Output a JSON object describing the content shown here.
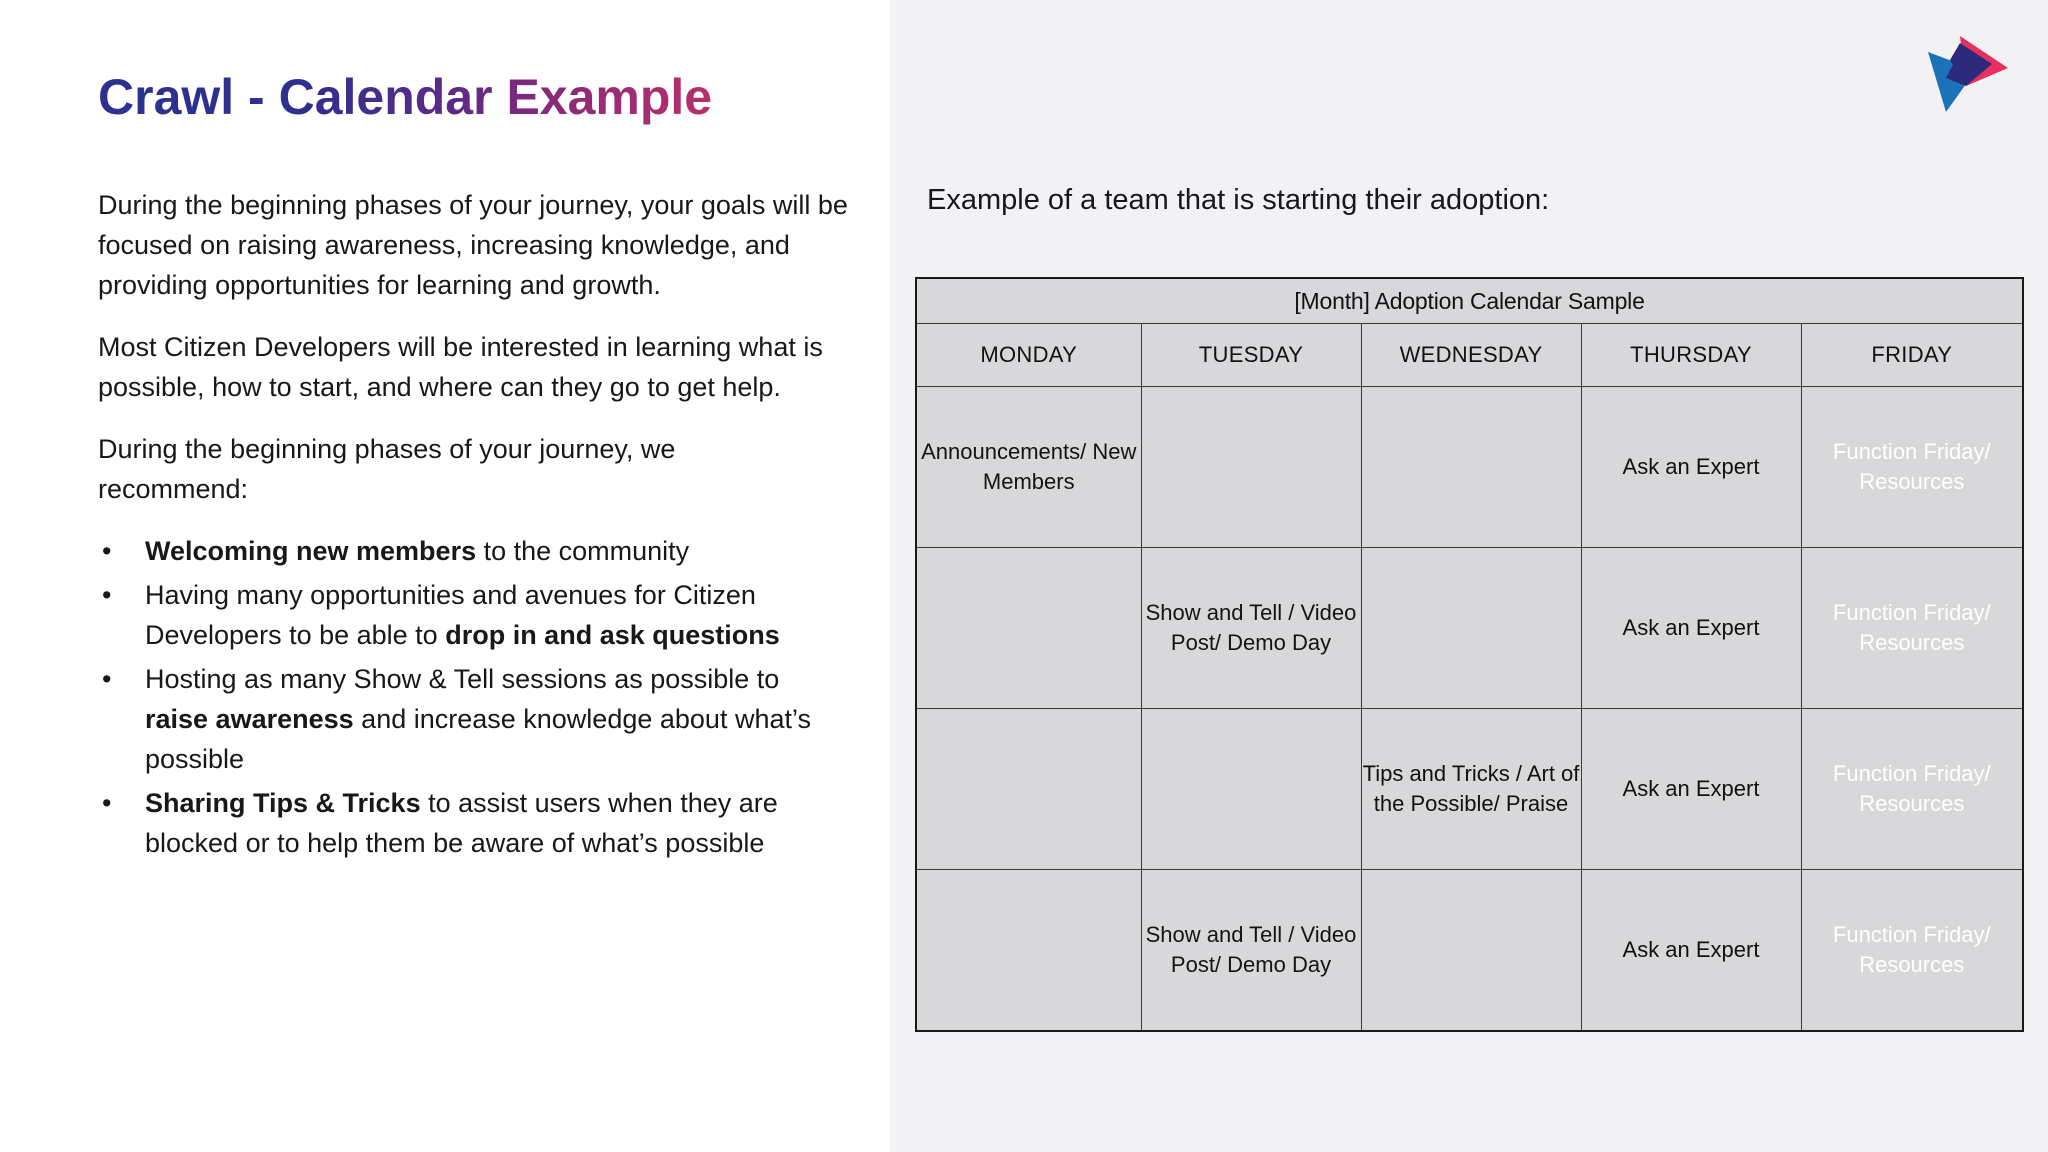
{
  "slide": {
    "title_full": "Crawl - Calendar Example",
    "title_part_blue": "Crawl - Calendar ",
    "title_part_magenta": "Example"
  },
  "left": {
    "paragraphs": [
      "During the beginning phases of your journey, your goals will be focused on raising awareness, increasing knowledge, and providing opportunities for learning and growth.",
      "Most Citizen Developers will be interested in learning what is possible, how to start, and where can they go to get help.",
      "During the beginning phases of your journey, we recommend:"
    ],
    "bullet_marker": "•",
    "bullets": [
      [
        {
          "text": "Welcoming new members",
          "bold": true
        },
        {
          "text": " to the community",
          "bold": false
        }
      ],
      [
        {
          "text": "Having many opportunities and avenues for Citizen Developers to be able to ",
          "bold": false
        },
        {
          "text": "drop in and ask questions",
          "bold": true
        }
      ],
      [
        {
          "text": "Hosting as many Show & Tell sessions as possible to ",
          "bold": false
        },
        {
          "text": "raise awareness",
          "bold": true
        },
        {
          "text": " and increase knowledge about what’s possible",
          "bold": false
        }
      ],
      [
        {
          "text": "Sharing Tips & Tricks",
          "bold": true
        },
        {
          "text": " to assist users when they are blocked or to help them be aware of what’s possible",
          "bold": false
        }
      ]
    ]
  },
  "right": {
    "caption": "Example of a team that is starting their adoption:",
    "logo_name": "play-triangles-logo"
  },
  "calendar": {
    "title": "[Month] Adoption Calendar Sample",
    "columns": [
      "MONDAY",
      "TUESDAY",
      "WEDNESDAY",
      "THURSDAY",
      "FRIDAY"
    ],
    "rows": [
      [
        {
          "text": "Announcements/ New Members",
          "color": "rose"
        },
        {
          "text": "",
          "color": "empty"
        },
        {
          "text": "",
          "color": "empty"
        },
        {
          "text": "Ask an Expert",
          "color": "blue"
        },
        {
          "text": "Function Friday/ Resources",
          "color": "purple"
        }
      ],
      [
        {
          "text": "",
          "color": "empty"
        },
        {
          "text": "Show and Tell / Video Post/ Demo Day",
          "color": "yellow"
        },
        {
          "text": "",
          "color": "empty"
        },
        {
          "text": "Ask an Expert",
          "color": "blue"
        },
        {
          "text": "Function Friday/ Resources",
          "color": "purple"
        }
      ],
      [
        {
          "text": "",
          "color": "empty"
        },
        {
          "text": "",
          "color": "empty"
        },
        {
          "text": "Tips and Tricks / Art of the Possible/ Praise",
          "color": "green"
        },
        {
          "text": "Ask an Expert",
          "color": "blue"
        },
        {
          "text": "Function Friday/ Resources",
          "color": "purple"
        }
      ],
      [
        {
          "text": "",
          "color": "empty"
        },
        {
          "text": "Show and Tell / Video Post/ Demo Day",
          "color": "yellow"
        },
        {
          "text": "",
          "color": "empty"
        },
        {
          "text": "Ask an Expert",
          "color": "blue"
        },
        {
          "text": "Function Friday/ Resources",
          "color": "purple"
        }
      ]
    ]
  },
  "colors": {
    "title_gradient_start": "#2c3192",
    "title_gradient_end": "#b8306b",
    "panel_background": "#f2f1f4",
    "cell_empty": "#d8d8da",
    "cell_rose": "#dd9a9a",
    "cell_yellow": "#ffff4d",
    "cell_green": "#00a650",
    "cell_blue": "#6a91f5",
    "cell_purple": "#7d60a8",
    "logo_blue": "#1b72b8",
    "logo_pink": "#e8305f",
    "logo_overlap": "#2b2a7d"
  }
}
